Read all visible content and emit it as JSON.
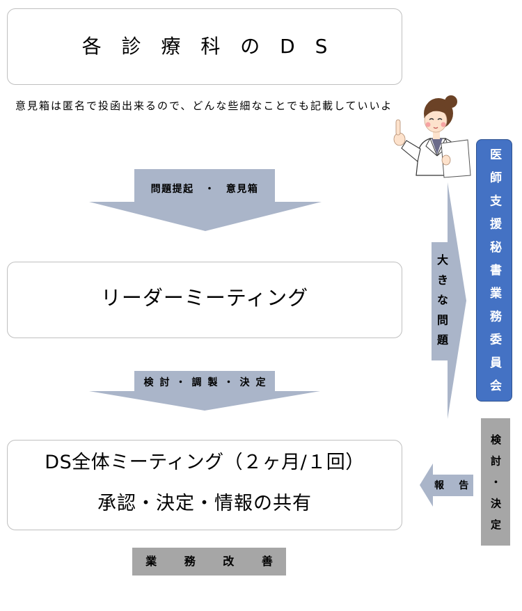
{
  "top_box": {
    "title": "各 診 療 科 の D S"
  },
  "note": "意見箱は匿名で投函出来るので、どんな些細なことでも記載していいよ",
  "arrow1": {
    "label": "問題提起 ・ 意見箱"
  },
  "box2": {
    "title": "リーダーミーティング"
  },
  "arrow2": {
    "label": "検討・調製・決定"
  },
  "box3": {
    "line1": "DS全体ミーティング（２ヶ月/１回）",
    "line2": "承認・決定・情報の共有"
  },
  "result": {
    "label": "業 務 改 善"
  },
  "side": {
    "committee": "医師支援秘書業務委員会",
    "big_issue_arrow": "大きな問題",
    "decision_box": "検討・決定",
    "report_arrow": "報 告"
  },
  "illustration": {
    "icon": "woman-pointing-finger-icon"
  },
  "colors": {
    "arrow": "#aab5c9",
    "committee_fill": "#4472c4",
    "committee_border": "#2f528f",
    "gray_box": "#a6a6a6",
    "box_border": "#bfbfbf"
  }
}
